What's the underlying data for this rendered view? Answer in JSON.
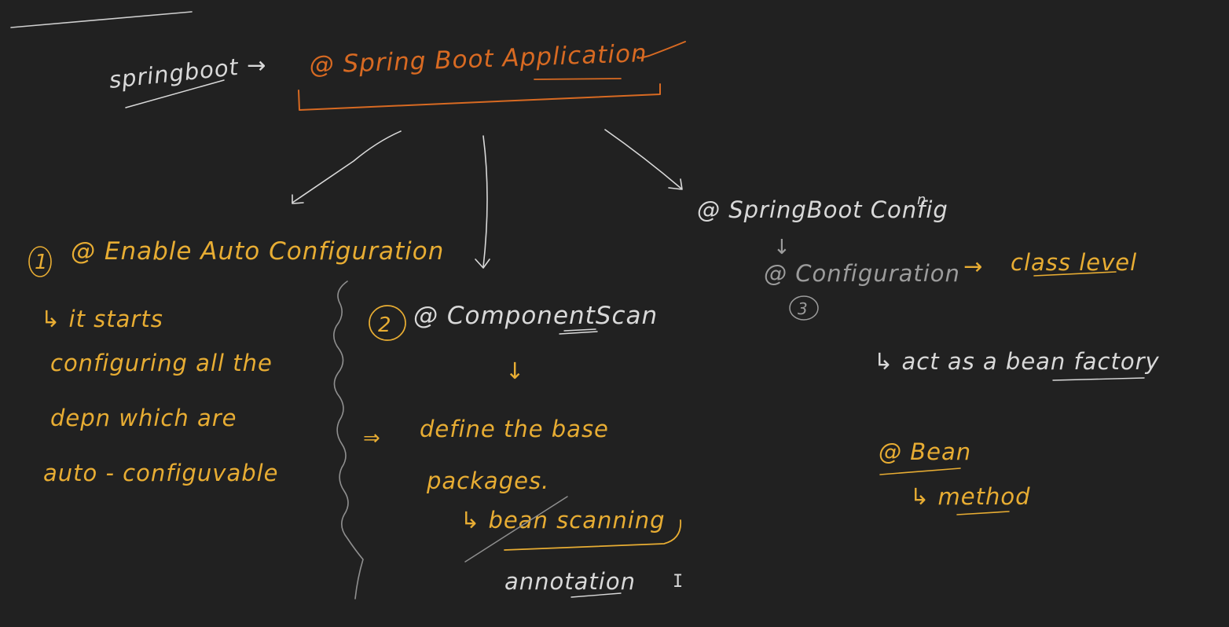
{
  "colors": {
    "background": "#212121",
    "white": "#d9d9d9",
    "orange": "#d86a22",
    "yellow": "#e8ad33",
    "gray": "#9c9c9c"
  },
  "top": {
    "springboot": "springboot",
    "arrow": "→",
    "annotation": "@ Spring Boot Application"
  },
  "enable_auto": {
    "number": "1",
    "title": "@ Enable Auto Configuration",
    "lines": [
      "↳ it   starts",
      "configuring   all   the",
      "depn   which   are",
      "auto  -  configuvable"
    ]
  },
  "component_scan": {
    "number": "2",
    "title": "@ ComponentScan",
    "down_arrow": "↓",
    "implies": "⇒",
    "define_line1": "define   the   base",
    "define_line2": "packages.",
    "bean_scanning": "↳ bean   scanning",
    "annotation_word": "annotation"
  },
  "spring_boot_config": {
    "title": "@ SpringBoot Config",
    "superscript": "n",
    "down_arrow": "↓",
    "configuration": "@ Configuration",
    "number": "3",
    "arrow": "→",
    "class_level": "class   level",
    "bean_factory": "↳ act   as   a   bean factory",
    "bean": "@ Bean",
    "method": "↳ method"
  },
  "cursor": "I"
}
